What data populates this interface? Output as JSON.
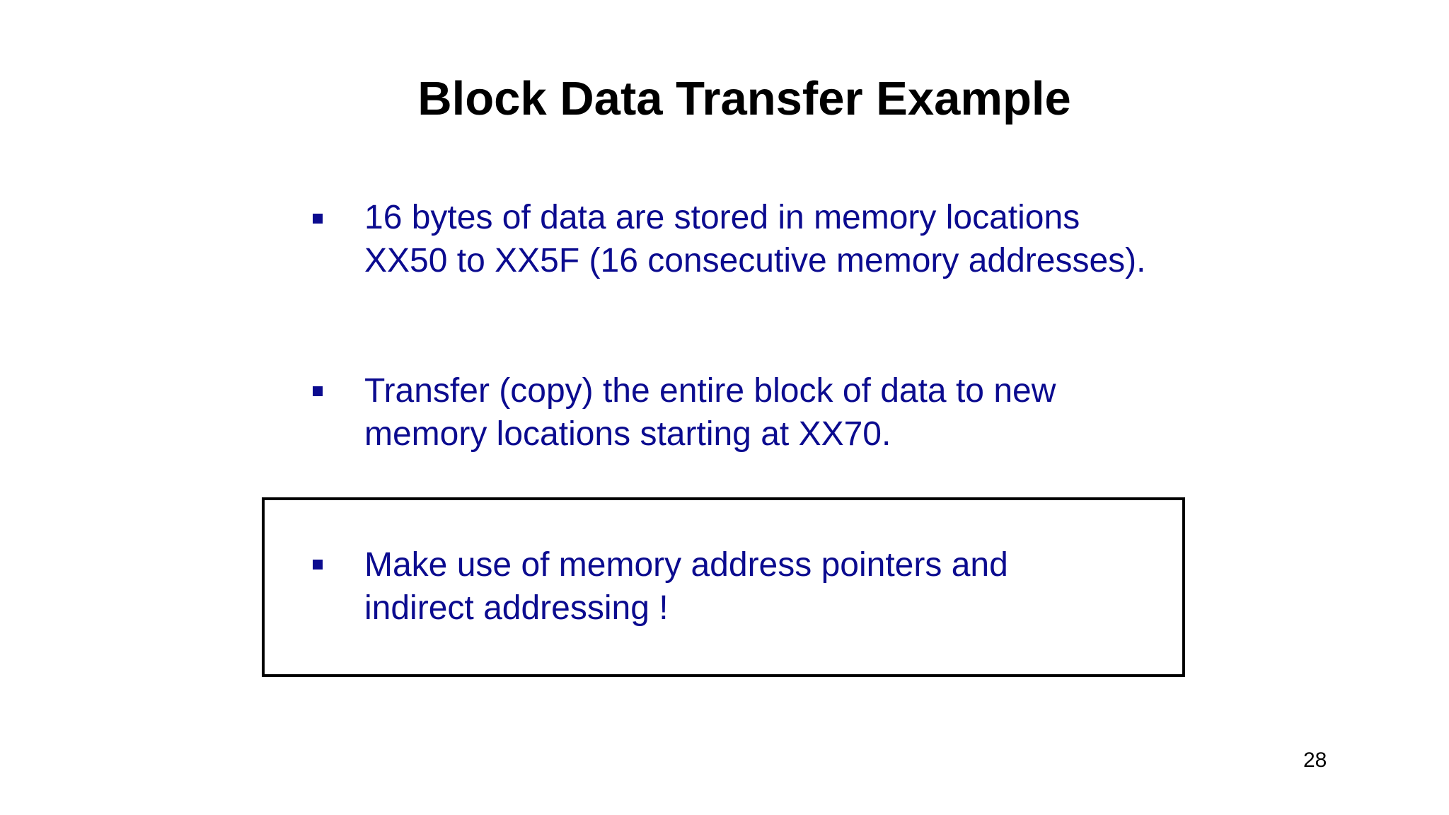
{
  "slide": {
    "title": "Block Data Transfer Example",
    "bullets": [
      {
        "lines": [
          "16 bytes of data are stored in memory locations",
          "XX50 to XX5F (16 consecutive memory addresses)."
        ]
      },
      {
        "lines": [
          "Transfer (copy) the entire block of data to new",
          "memory locations starting at XX70."
        ]
      },
      {
        "lines": [
          "Make use of memory address pointers and",
          "indirect addressing !"
        ],
        "boxed": true
      }
    ],
    "page_number": "28"
  },
  "colors": {
    "bullet_text": "#0b0b8f",
    "title_text": "#000000",
    "background": "#ffffff",
    "box_border": "#000000"
  }
}
